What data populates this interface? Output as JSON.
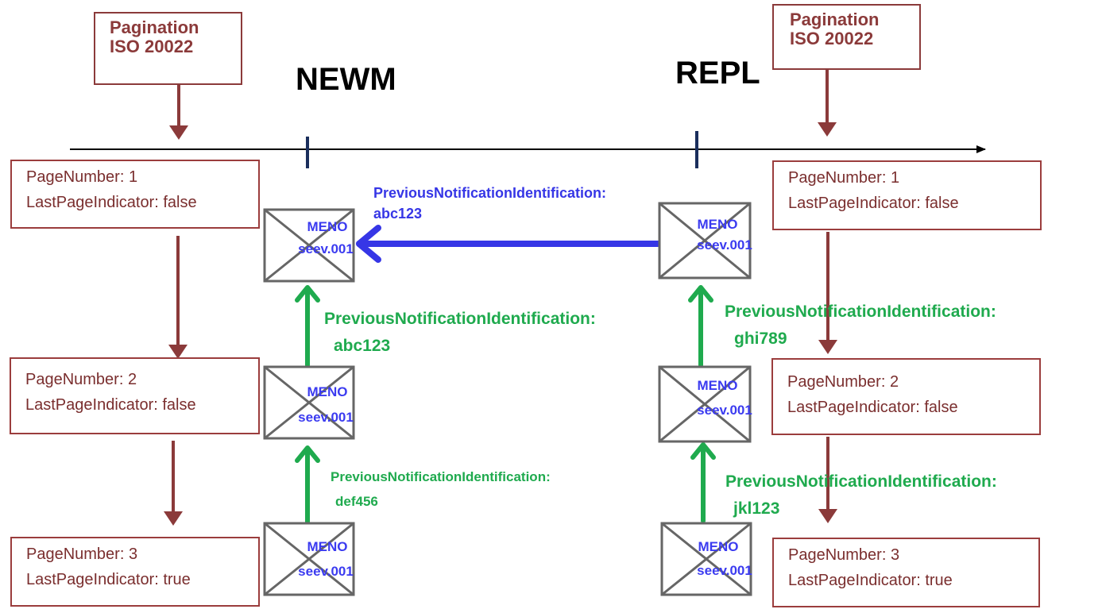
{
  "pagination_left": {
    "line1": "Pagination",
    "line2": "ISO 20022"
  },
  "pagination_right": {
    "line1": "Pagination",
    "line2": "ISO 20022"
  },
  "titles": {
    "left": "NEWM",
    "right": "REPL"
  },
  "left_pages": [
    {
      "page": "PageNumber: 1",
      "last": "LastPageIndicator: false"
    },
    {
      "page": "PageNumber: 2",
      "last": "LastPageIndicator: false"
    },
    {
      "page": "PageNumber: 3",
      "last": "LastPageIndicator: true"
    }
  ],
  "right_pages": [
    {
      "page": "PageNumber: 1",
      "last": "LastPageIndicator: false"
    },
    {
      "page": "PageNumber: 2",
      "last": "LastPageIndicator: false"
    },
    {
      "page": "PageNumber: 3",
      "last": "LastPageIndicator: true"
    }
  ],
  "envelope": {
    "line1": "MENO",
    "line2": "seev.001"
  },
  "notes": {
    "blue": {
      "label": "PreviousNotificationIdentification:",
      "value": "abc123"
    },
    "left_upper": {
      "label": "PreviousNotificationIdentification:",
      "value": "abc123"
    },
    "left_lower": {
      "label": "PreviousNotificationIdentification:",
      "value": "def456"
    },
    "right_upper": {
      "label": "PreviousNotificationIdentification:",
      "value": "ghi789"
    },
    "right_lower": {
      "label": "PreviousNotificationIdentification:",
      "value": "jkl123"
    }
  },
  "colors": {
    "timeline": "#000000",
    "brown": "#8b3a3a",
    "green": "#1faa4e",
    "blue": "#3636e6",
    "envelope_border": "#666666",
    "marker": "#1a2e5c"
  }
}
